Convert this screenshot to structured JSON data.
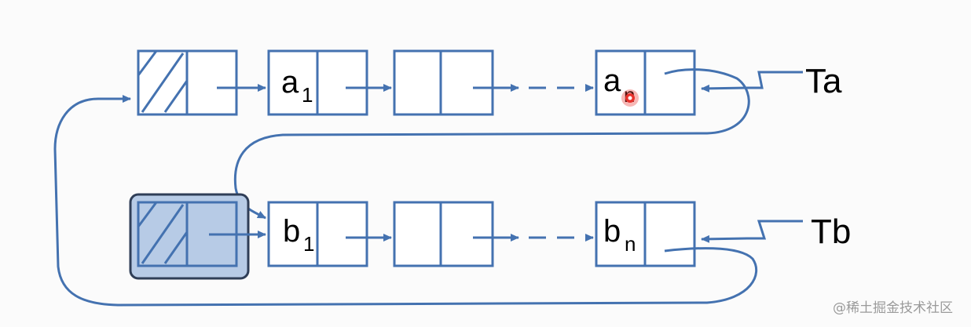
{
  "list_a": {
    "node1_label": "a",
    "node1_sub": "1",
    "noden_label": "a",
    "noden_sub": "n",
    "tail_pointer": "Ta"
  },
  "list_b": {
    "node1_label": "b",
    "node1_sub": "1",
    "noden_label": "b",
    "noden_sub": "n",
    "tail_pointer": "Tb"
  },
  "watermark": "@稀土掘金技术社区",
  "colors": {
    "line": "#4472b0",
    "highlight_fill": "#b7cbe6",
    "highlight_border": "#2f3e57",
    "cursor": "#e8322c"
  }
}
